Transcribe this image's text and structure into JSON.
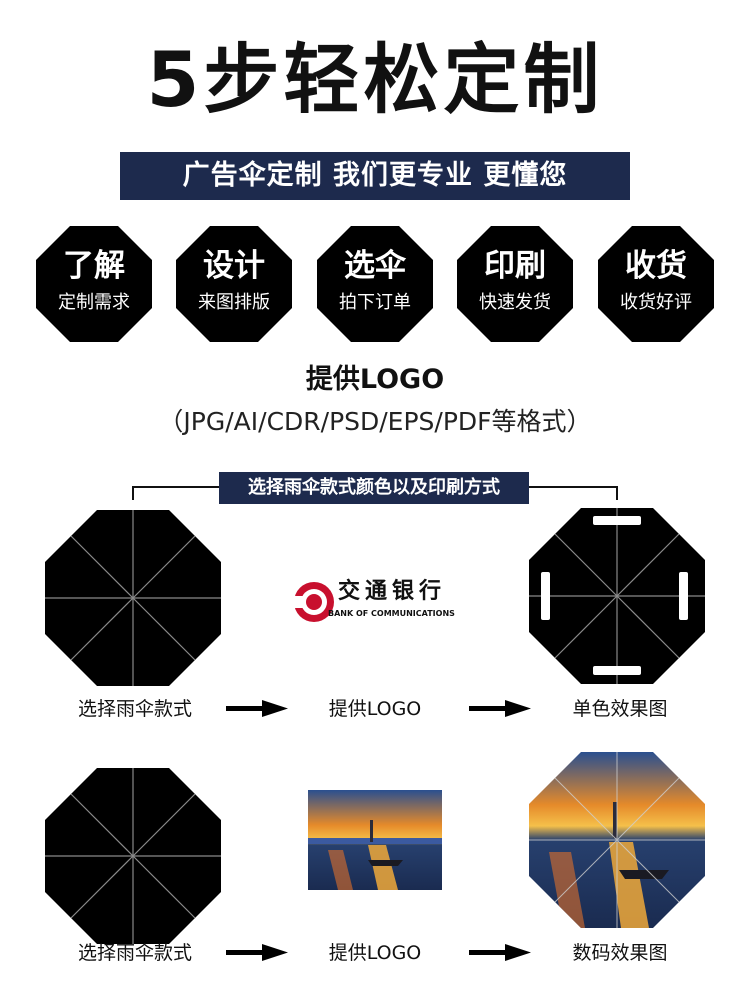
{
  "title": "5步轻松定制",
  "slogan": "广告伞定制 我们更专业 更懂您",
  "steps": [
    {
      "title": "了解",
      "subtitle": "定制需求"
    },
    {
      "title": "设计",
      "subtitle": "来图排版"
    },
    {
      "title": "选伞",
      "subtitle": "拍下订单"
    },
    {
      "title": "印刷",
      "subtitle": "快速发货"
    },
    {
      "title": "收货",
      "subtitle": "收货好评"
    }
  ],
  "logo_heading": "提供LOGO",
  "formats": "（JPG/AI/CDR/PSD/EPS/PDF等格式）",
  "section_title": "选择雨伞款式颜色以及印刷方式",
  "bank_logo": {
    "cn": "交通银行",
    "en": "BANK OF COMMUNICATIONS",
    "color": "#c8102e"
  },
  "flow_row1": {
    "step1": "选择雨伞款式",
    "step2": "提供LOGO",
    "step3": "单色效果图"
  },
  "flow_row2": {
    "step1": "选择雨伞款式",
    "step2": "提供LOGO",
    "step3": "数码效果图"
  },
  "colors": {
    "navy": "#1d2a4d",
    "black": "#000000",
    "rib": "#8a8a8a"
  }
}
